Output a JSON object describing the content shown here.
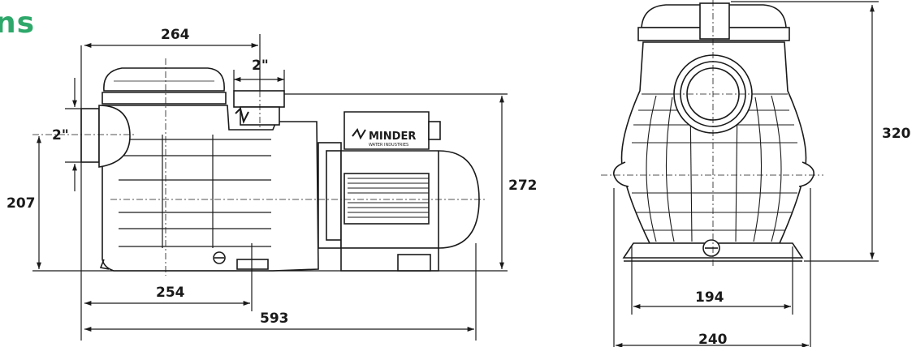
{
  "heading_fragment": "ns",
  "brand": {
    "name": "MINDER",
    "sub": "WATER INDUSTRIES"
  },
  "side_view": {
    "dim_top_width": "264",
    "dim_outlet": "2\"",
    "dim_inlet": "2\"",
    "dim_inlet_height": "207",
    "dim_total_height": "272",
    "dim_base_width": "254",
    "dim_total_length": "593"
  },
  "front_view": {
    "dim_height": "320",
    "dim_base_inner": "194",
    "dim_base_outer": "240"
  },
  "colors": {
    "accent": "#2ea86a",
    "line": "#1a1a1a"
  }
}
